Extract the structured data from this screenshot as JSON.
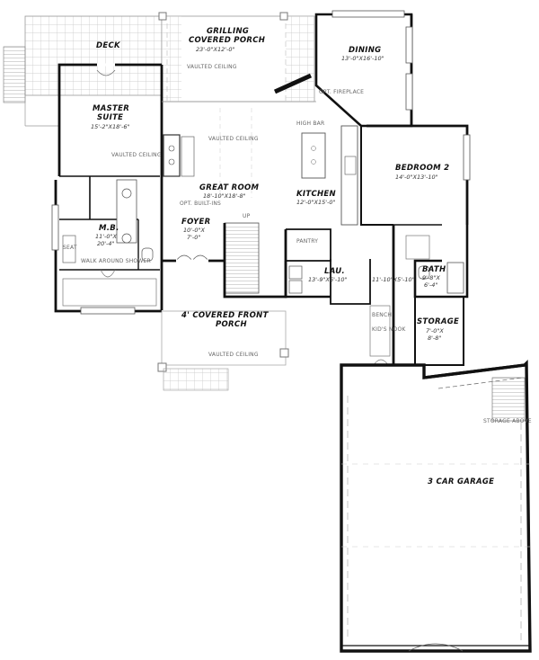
{
  "rooms": {
    "deck": {
      "name": "DECK"
    },
    "grilling": {
      "name_line1": "GRILLING",
      "name_line2": "COVERED PORCH",
      "dims": "23'-0\"X12'-0\""
    },
    "dining": {
      "name": "DINING",
      "dims": "13'-0\"X16'-10\""
    },
    "master": {
      "name_line1": "MASTER",
      "name_line2": "SUITE",
      "dims": "15'-2\"X18'-6\""
    },
    "great_room": {
      "name": "GREAT ROOM",
      "dims": "18'-10\"X18'-8\""
    },
    "kitchen": {
      "name": "KITCHEN",
      "dims": "12'-0\"X15'-0\""
    },
    "bedroom2": {
      "name": "BEDROOM 2",
      "dims": "14'-0\"X13'-10\""
    },
    "mb": {
      "name": "M.B.",
      "dims_line1": "11'-0\"X",
      "dims_line2": "20'-4\""
    },
    "foyer": {
      "name": "FOYER",
      "dims_line1": "10'-0\"X",
      "dims_line2": "7'-0\""
    },
    "laundry": {
      "name": "LAU.",
      "dims": "13'-9\"X6'-10\""
    },
    "bath": {
      "name": "BATH",
      "dims_line1": "9'-8\"X",
      "dims_line2": "6'-4\""
    },
    "storage": {
      "name": "STORAGE",
      "dims_line1": "7'-0\"X",
      "dims_line2": "8'-8\""
    },
    "front_porch": {
      "name_line1": "4' COVERED FRONT",
      "name_line2": "PORCH"
    },
    "garage": {
      "name": "3 CAR GARAGE"
    }
  },
  "notes": {
    "vaulted_porch": "VAULTED CEILING",
    "vaulted_great": "VAULTED CEILING",
    "vaulted_master": "VAULTED CEILING",
    "vaulted_front": "VAULTED CEILING",
    "opt_fireplace": "OPT. FIREPLACE",
    "high_bar": "HIGH BAR",
    "pantry": "PANTRY",
    "seat": "SEAT",
    "walk_shower": "WALK AROUND SHOWER",
    "kids_nook": "KID'S NOOK",
    "bench": "BENCH",
    "storage_above": "STORAGE ABOVE",
    "opt_builtins": "OPT. BUILT-INS",
    "up": "UP",
    "hall_dims": "11'-10\"X5'-10\""
  },
  "colors": {
    "wall": "#111111",
    "thin": "#555555",
    "light": "#9a9a9a",
    "dash": "#aaaaaa"
  }
}
